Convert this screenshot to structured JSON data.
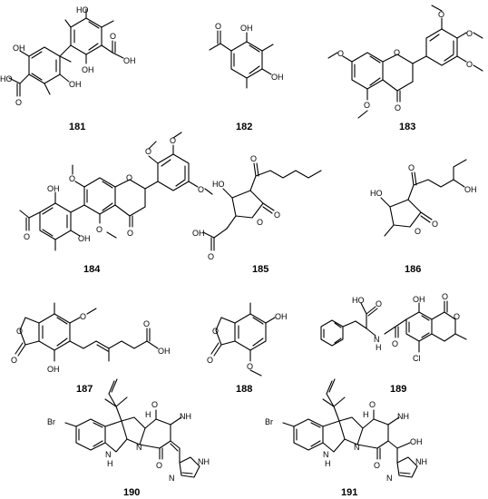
{
  "compounds": [
    {
      "id": "181",
      "label": "181"
    },
    {
      "id": "182",
      "label": "182"
    },
    {
      "id": "183",
      "label": "183"
    },
    {
      "id": "184",
      "label": "184"
    },
    {
      "id": "185",
      "label": "185"
    },
    {
      "id": "186",
      "label": "186"
    },
    {
      "id": "187",
      "label": "187"
    },
    {
      "id": "188",
      "label": "188"
    },
    {
      "id": "189",
      "label": "189"
    },
    {
      "id": "190",
      "label": "190"
    },
    {
      "id": "191",
      "label": "191"
    }
  ],
  "atom_labels": {
    "HO": "HO",
    "OH": "OH",
    "O": "O",
    "Br": "Br",
    "Cl": "Cl",
    "N": "N",
    "H": "H",
    "NH": "NH",
    "HN": "HN"
  }
}
